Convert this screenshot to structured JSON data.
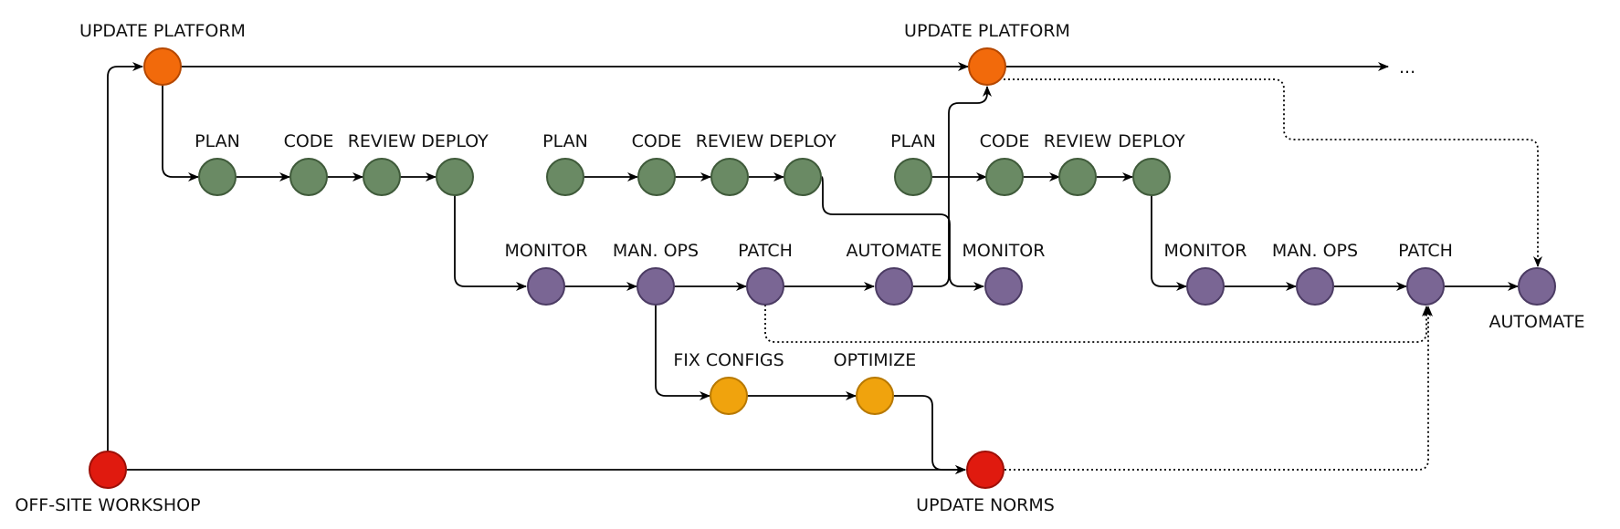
{
  "colors": {
    "platform": "#f26a0b",
    "dev": "#6a8a64",
    "ops": "#7a6694",
    "improve": "#f0a30d",
    "org": "#e01a0f"
  },
  "nodes": {
    "platform1": {
      "label": "UPDATE PLATFORM",
      "group": "platform"
    },
    "platform2": {
      "label": "UPDATE PLATFORM",
      "group": "platform"
    },
    "plan1": {
      "label": "PLAN",
      "group": "dev"
    },
    "code1": {
      "label": "CODE",
      "group": "dev"
    },
    "review1": {
      "label": "REVIEW",
      "group": "dev"
    },
    "deploy1": {
      "label": "DEPLOY",
      "group": "dev"
    },
    "plan2": {
      "label": "PLAN",
      "group": "dev"
    },
    "code2": {
      "label": "CODE",
      "group": "dev"
    },
    "review2": {
      "label": "REVIEW",
      "group": "dev"
    },
    "deploy2": {
      "label": "DEPLOY",
      "group": "dev"
    },
    "plan3": {
      "label": "PLAN",
      "group": "dev"
    },
    "code3": {
      "label": "CODE",
      "group": "dev"
    },
    "review3": {
      "label": "REVIEW",
      "group": "dev"
    },
    "deploy3": {
      "label": "DEPLOY",
      "group": "dev"
    },
    "monitor1": {
      "label": "MONITOR",
      "group": "ops"
    },
    "manops1": {
      "label": "MAN. OPS",
      "group": "ops"
    },
    "patch1": {
      "label": "PATCH",
      "group": "ops"
    },
    "automate1": {
      "label": "AUTOMATE",
      "group": "ops"
    },
    "monitor2": {
      "label": "MONITOR",
      "group": "ops"
    },
    "monitor3": {
      "label": "MONITOR",
      "group": "ops"
    },
    "manops3": {
      "label": "MAN. OPS",
      "group": "ops"
    },
    "patch3": {
      "label": "PATCH",
      "group": "ops"
    },
    "automate3": {
      "label": "AUTOMATE",
      "group": "ops"
    },
    "fixconfigs": {
      "label": "FIX CONFIGS",
      "group": "improve"
    },
    "optimize": {
      "label": "OPTIMIZE",
      "group": "improve"
    },
    "workshop": {
      "label": "OFF-SITE WORKSHOP",
      "group": "org"
    },
    "norms": {
      "label": "UPDATE NORMS",
      "group": "org"
    }
  },
  "ellipsis": "..."
}
